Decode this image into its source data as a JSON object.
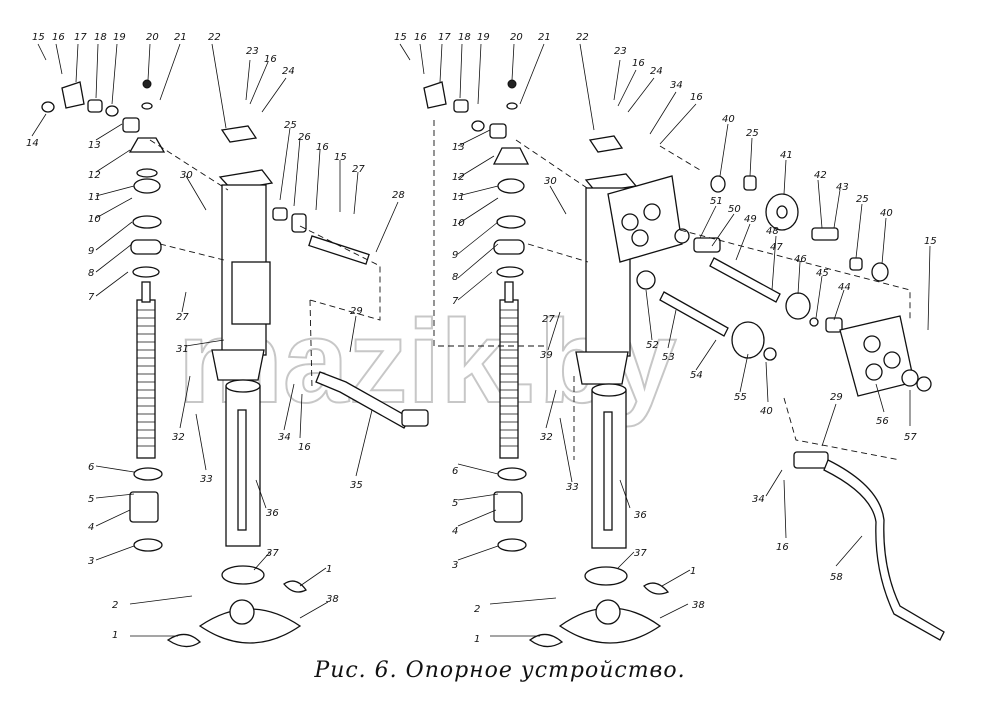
{
  "figure": {
    "caption": "Рис. 6. Опорное устройство.",
    "watermark": "mazik.by"
  },
  "left_assembly_labels": [
    "15",
    "16",
    "17",
    "18",
    "19",
    "20",
    "21",
    "22",
    "23",
    "16",
    "24",
    "14",
    "13",
    "12",
    "11",
    "10",
    "9",
    "8",
    "7",
    "30",
    "25",
    "26",
    "16",
    "15",
    "27",
    "28",
    "27",
    "29",
    "31",
    "32",
    "33",
    "34",
    "16",
    "35",
    "36",
    "6",
    "5",
    "4",
    "3",
    "37",
    "2",
    "1",
    "38",
    "1"
  ],
  "right_assembly_labels": [
    "15",
    "16",
    "17",
    "18",
    "19",
    "20",
    "21",
    "22",
    "23",
    "16",
    "24",
    "34",
    "16",
    "13",
    "12",
    "11",
    "10",
    "9",
    "8",
    "7",
    "30",
    "40",
    "25",
    "41",
    "42",
    "43",
    "25",
    "40",
    "51",
    "50",
    "49",
    "48",
    "47",
    "46",
    "45",
    "44",
    "15",
    "27",
    "39",
    "52",
    "53",
    "54",
    "55",
    "40",
    "56",
    "57",
    "29",
    "32",
    "33",
    "6",
    "5",
    "4",
    "3",
    "36",
    "37",
    "2",
    "1",
    "38",
    "1",
    "34",
    "16",
    "58"
  ]
}
